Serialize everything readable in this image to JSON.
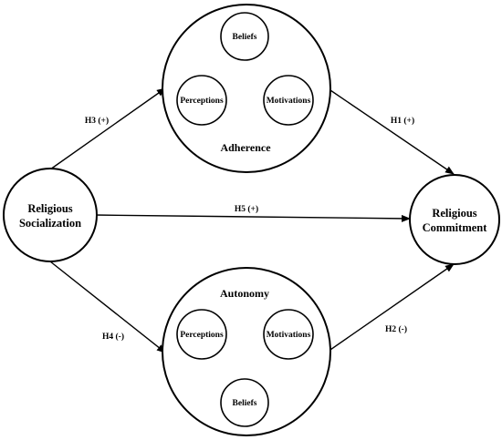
{
  "nodes": {
    "socialization": {
      "line1": "Religious",
      "line2": "Socialization"
    },
    "commitment": {
      "line1": "Religious",
      "line2": "Commitment"
    },
    "adherence": {
      "title": "Adherence",
      "beliefs": "Beliefs",
      "perceptions": "Perceptions",
      "motivations": "Motivations"
    },
    "autonomy": {
      "title": "Autonomy",
      "beliefs": "Beliefs",
      "perceptions": "Perceptions",
      "motivations": "Motivations"
    }
  },
  "edges": {
    "h1": "H1 (+)",
    "h2": "H2 (-)",
    "h3": "H3 (+)",
    "h4": "H4 (-)",
    "h5": "H5 (+)"
  },
  "colors": {
    "stroke": "#000000",
    "fill": "#ffffff"
  }
}
